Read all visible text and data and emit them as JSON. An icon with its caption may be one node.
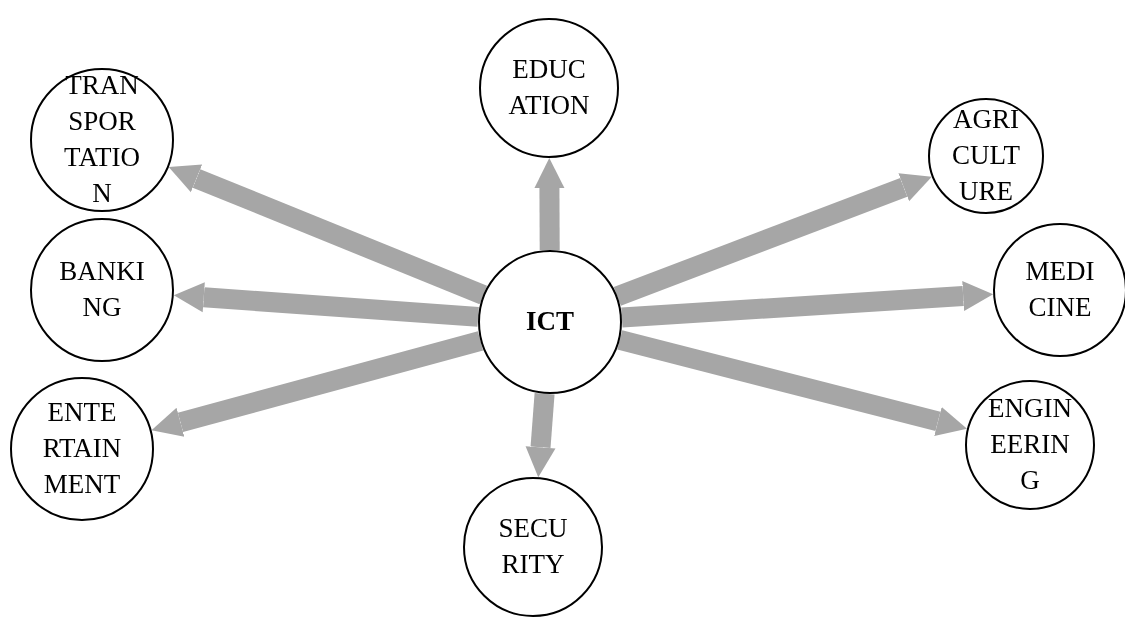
{
  "diagram": {
    "nodes": [
      {
        "text": [
          "TRANSPORTATION"
        ]
      },
      {
        "text": [
          "EDUCATION"
        ]
      },
      {
        "text": [
          "AGRICULTURE"
        ]
      },
      {
        "text": [
          "BANKING"
        ]
      },
      {
        "text": [
          "ICT"
        ]
      },
      {
        "text": [
          "MEDICINE"
        ]
      },
      {
        "text": [
          "ENTERTAINMENT"
        ]
      },
      {
        "text": [
          "ENGINEERING"
        ]
      },
      {
        "text": [
          "SECURITY"
        ]
      }
    ],
    "edges": [
      {
        "from": 4,
        "to": 0,
        "arrow": "to"
      },
      {
        "from": 4,
        "to": 1,
        "arrow": "to"
      },
      {
        "from": 4,
        "to": 2,
        "arrow": "to"
      },
      {
        "from": 4,
        "to": 3,
        "arrow": "to"
      },
      {
        "from": 4,
        "to": 5,
        "arrow": "to"
      },
      {
        "from": 4,
        "to": 6,
        "arrow": "to"
      },
      {
        "from": 4,
        "to": 7,
        "arrow": "to"
      },
      {
        "from": 4,
        "to": 8,
        "arrow": "to"
      }
    ]
  }
}
